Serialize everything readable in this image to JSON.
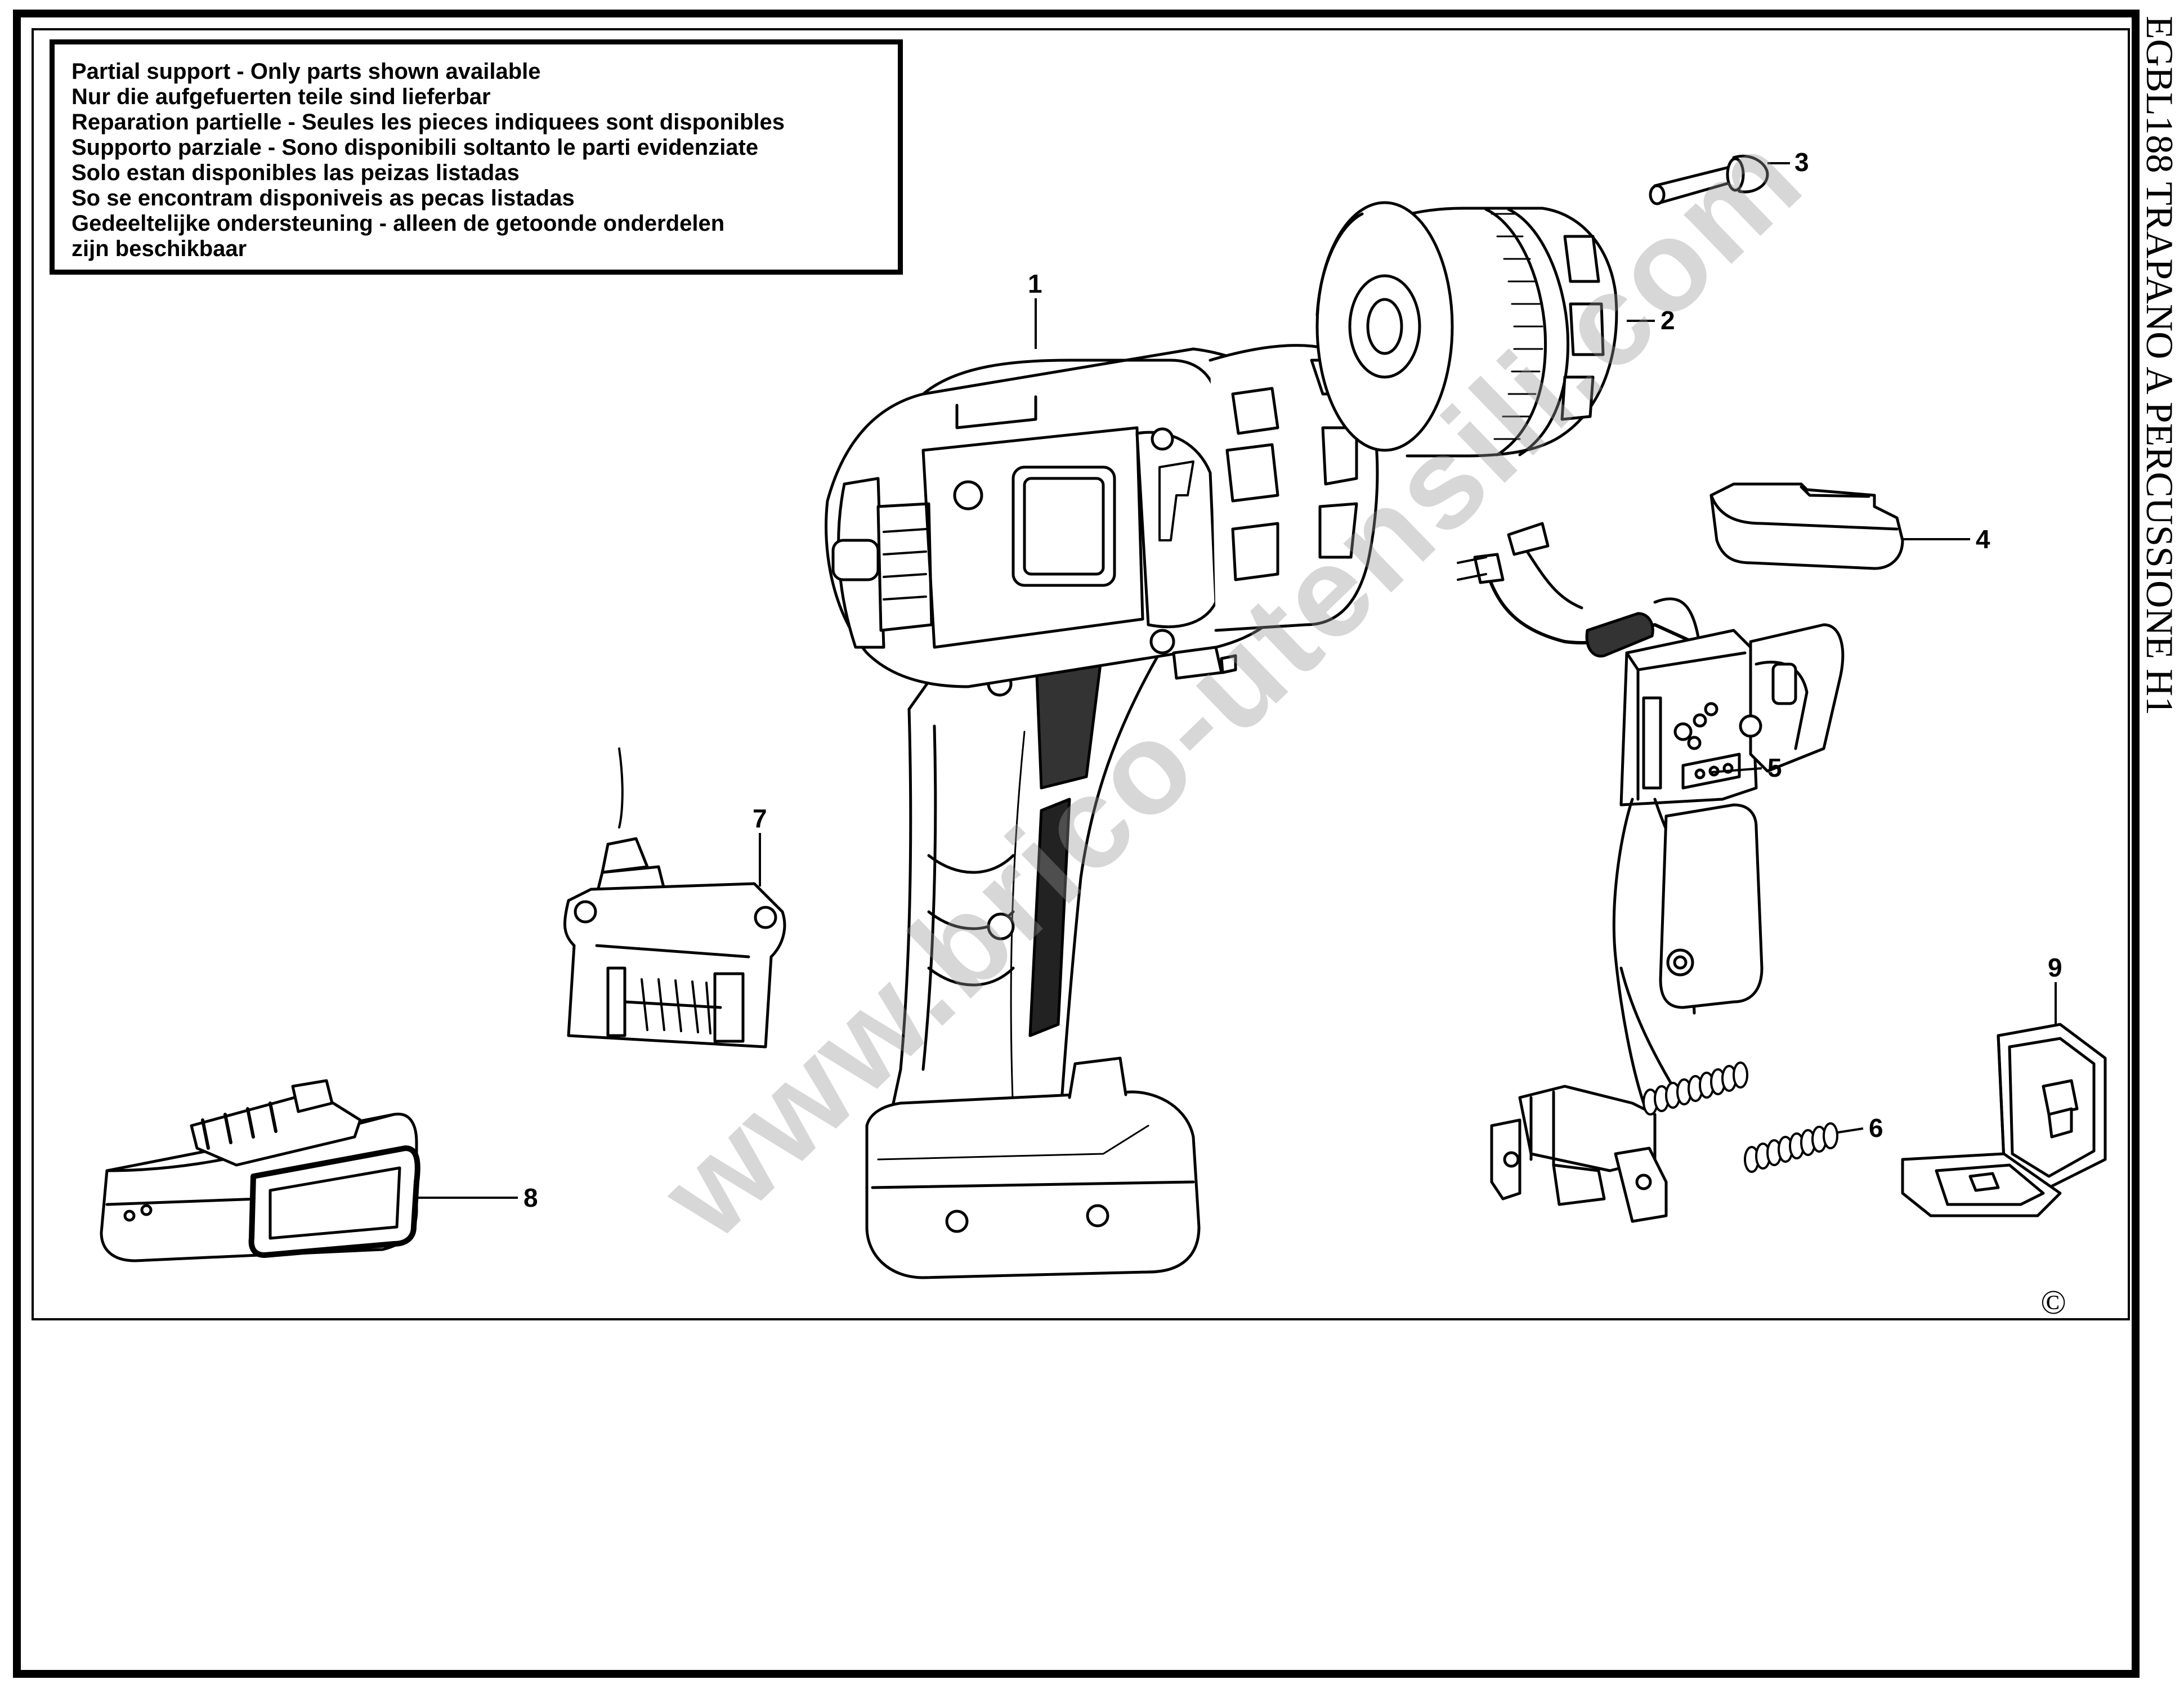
{
  "document": {
    "side_title": "EGBL188    TRAPANO A PERCUSSIONE H1",
    "copyright_symbol": "©",
    "watermark_text": "www.brico-utensili.com"
  },
  "notice": {
    "lines": [
      "Partial support - Only parts shown available",
      "Nur die aufgefuerten teile sind lieferbar",
      "Reparation partielle - Seules les pieces indiquees sont disponibles",
      "Supporto parziale - Sono disponibili soltanto le parti evidenziate",
      "Solo estan disponibles las peizas listadas",
      "So se encontram disponiveis as pecas listadas",
      "Gedeeltelijke ondersteuning - alleen de getoonde onderdelen",
      "zijn beschikbaar"
    ]
  },
  "parts": [
    {
      "number": "1",
      "part": "drill-body"
    },
    {
      "number": "2",
      "part": "chuck"
    },
    {
      "number": "3",
      "part": "chuck-screw"
    },
    {
      "number": "4",
      "part": "direction-slider"
    },
    {
      "number": "5",
      "part": "switch-assembly"
    },
    {
      "number": "6",
      "part": "springs"
    },
    {
      "number": "7",
      "part": "charger"
    },
    {
      "number": "8",
      "part": "battery-pack"
    },
    {
      "number": "9",
      "part": "battery-cover"
    }
  ],
  "colors": {
    "ink": "#000000",
    "watermark": "#9a9a9a",
    "background": "#ffffff"
  }
}
